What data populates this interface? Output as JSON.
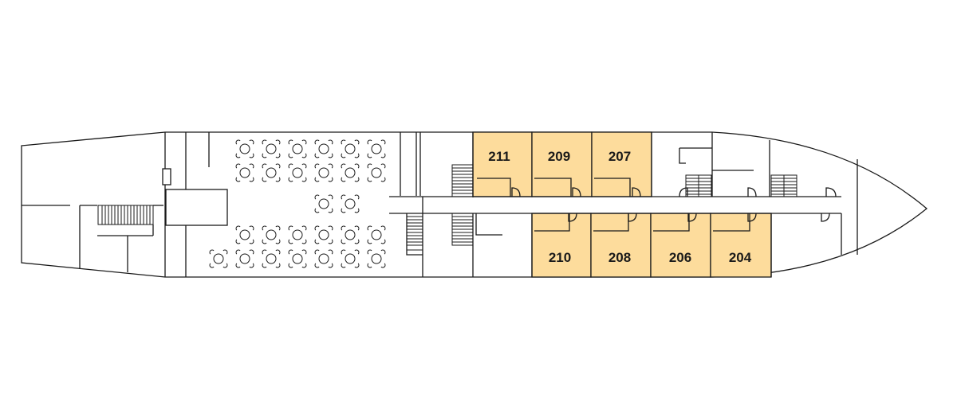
{
  "deck": {
    "cabin_fill": "#fddc9c",
    "line_color": "#1a1a1a",
    "cabins": [
      {
        "number": "211"
      },
      {
        "number": "209"
      },
      {
        "number": "207"
      },
      {
        "number": "210"
      },
      {
        "number": "208"
      },
      {
        "number": "206"
      },
      {
        "number": "204"
      }
    ]
  }
}
